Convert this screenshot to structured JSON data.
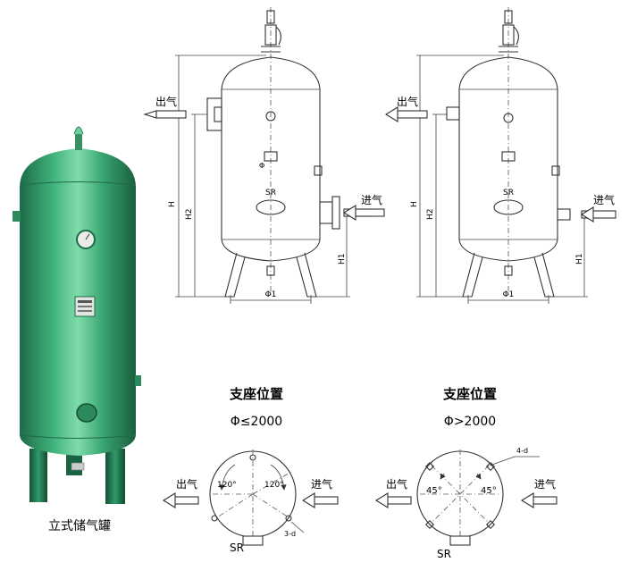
{
  "photo": {
    "caption": "立式储气罐",
    "colors": {
      "tank": "#2f9a6a",
      "tank_light": "#6cd29c",
      "tank_dark": "#1d6b47",
      "legs": "#1f7d52"
    },
    "icons": [
      "pressure-gauge-icon",
      "nameplate-icon",
      "safety-valve-icon"
    ]
  },
  "elevation_left": {
    "outlet": "出气",
    "inlet": "进气",
    "dims": {
      "h": "H",
      "h2": "H2",
      "h1": "H1",
      "phi1": "Φ1",
      "phi": "Φ",
      "sr": "SR"
    }
  },
  "elevation_right": {
    "outlet": "出气",
    "inlet": "进气",
    "dims": {
      "h": "H",
      "h2": "H2",
      "h1": "H1",
      "phi1": "Φ1",
      "sr": "SR"
    }
  },
  "plan_left": {
    "title": "支座位置",
    "condition": "Φ≤2000",
    "outlet": "出气",
    "inlet": "进气",
    "angle_a": "120°",
    "angle_b": "120°",
    "holes": "3-d",
    "sr": "SR"
  },
  "plan_right": {
    "title": "支座位置",
    "condition": "Φ>2000",
    "outlet": "出气",
    "inlet": "进气",
    "angle_a": "45°",
    "angle_b": "45°",
    "holes": "4-d",
    "sr": "SR"
  }
}
